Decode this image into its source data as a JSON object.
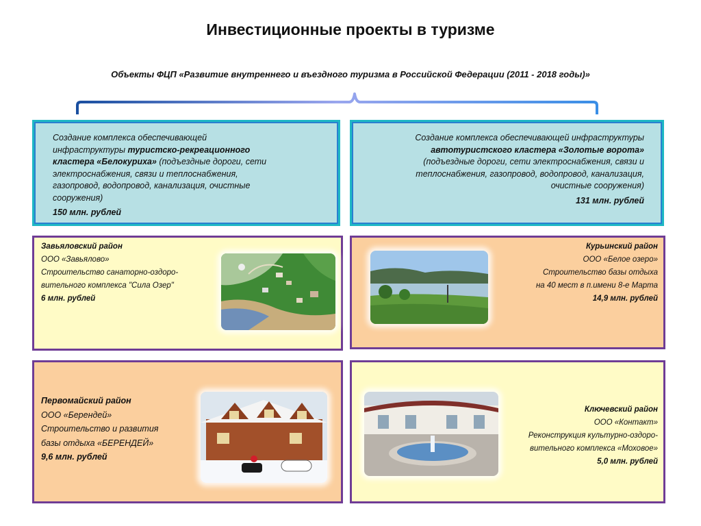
{
  "title": "Инвестиционные проекты в туризме",
  "subtitle": "Объекты ФЦП «Развитие внутреннего и въездного туризма в Российской Федерации (2011 - 2018 годы)»",
  "top_left": {
    "line1": "Создание комплекса обеспечивающей",
    "line2_plain": "инфраструктуры ",
    "line2_bold": "туристско-рекреационного",
    "line3_bold": "кластера «Белокуриха»",
    "line3_plain": " (подъездные дороги, сети",
    "line4": "электроснабжения, связи и теплоснабжения,",
    "line5": "газопровод, водопровод, канализация, очистные",
    "line6": "сооружения)",
    "amount": "150 млн. рублей"
  },
  "top_right": {
    "line1": "Создание комплекса обеспечивающей инфраструктуры",
    "line2_bold": "автотуристского кластера «Золотые ворота»",
    "line3": "(подъездные дороги, сети электроснабжения, связи и",
    "line4": "теплоснабжения, газопровод, водопровод, канализация,",
    "line5": "очистные сооружения)",
    "amount": "131 млн. рублей"
  },
  "projects": {
    "zavyalovo": {
      "district": "Завьяловский район",
      "company": "ООО «Завьялово»",
      "line1": "Строительство  санаторно-оздоро-",
      "line2": "вительного комплекса \"Сила Озер\"",
      "amount": "6 млн. рублей"
    },
    "kurya": {
      "district": "Курьинский район",
      "company": "ООО  «Белое озеро»",
      "line1": "Строительство базы отдыха",
      "line2": "на 40 мест в п.имени 8-е Марта",
      "amount": "14,9 млн. рублей"
    },
    "pervomaisky": {
      "district": "Первомайский район",
      "company": "ООО «Берендей»",
      "line1": "Строительство и развития",
      "line2": "базы отдыха «БЕРЕНДЕЙ»",
      "amount": "9,6 млн. рублей"
    },
    "klyuchevsky": {
      "district": "Ключевский район",
      "company": "ООО «Контакт»",
      "line1": "Реконструкция культурно-оздоро-",
      "line2": "вительного комплекса «Моховое»",
      "amount": "5,0 млн. рублей"
    }
  }
}
